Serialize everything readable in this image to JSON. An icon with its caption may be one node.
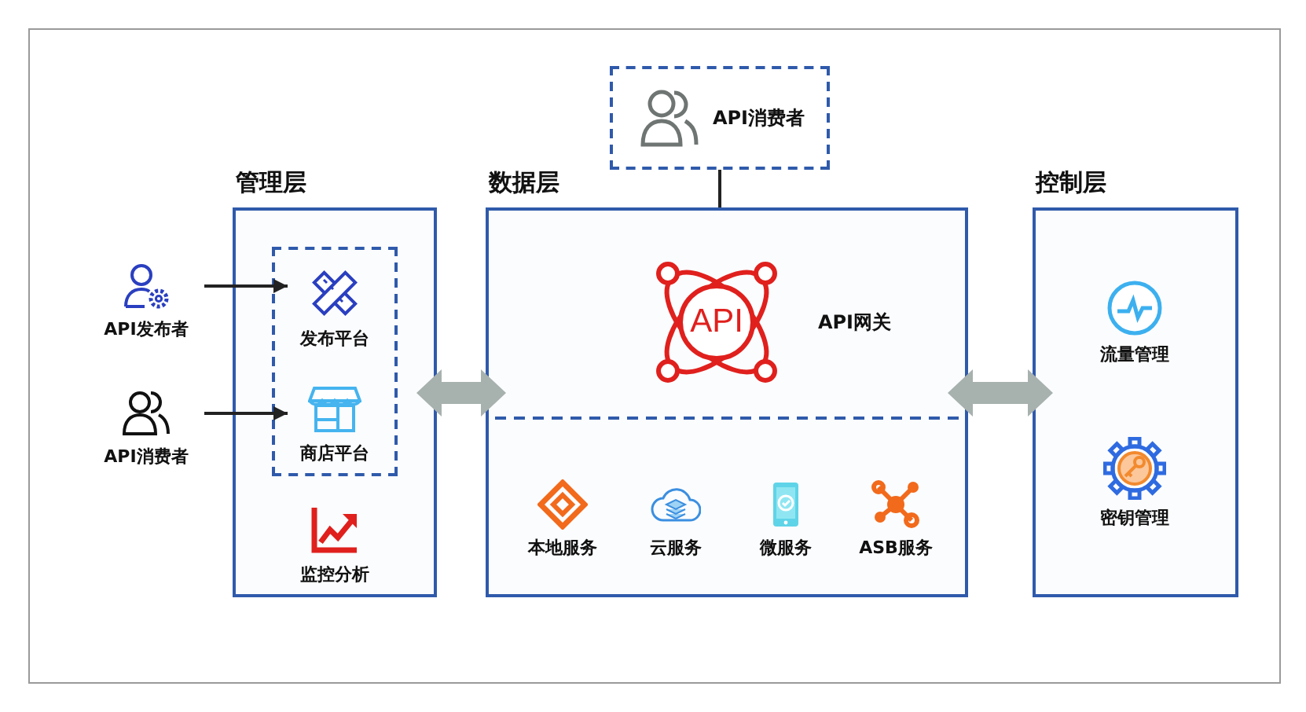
{
  "diagram": {
    "nodes": [
      {
        "text": [
          "管理层"
        ]
      },
      {
        "text": [],
        "shape": "box",
        "in": 0
      },
      {
        "text": [
          "发布平台"
        ],
        "in": 1
      },
      {
        "text": [
          "商店平台"
        ],
        "in": 1
      },
      {
        "text": [
          "监控分析"
        ],
        "in": 0
      },
      {
        "text": [
          "API发布者"
        ]
      },
      {
        "text": [
          "API消费者"
        ]
      },
      {
        "text": [
          "数据层"
        ]
      },
      {
        "text": [
          "API网关"
        ],
        "in": 7
      },
      {
        "text": [
          "本地服务"
        ],
        "in": 7
      },
      {
        "text": [
          "云服务"
        ],
        "in": 7
      },
      {
        "text": [
          "微服务"
        ],
        "in": 7
      },
      {
        "text": [
          "ASB服务"
        ],
        "in": 7
      },
      {
        "text": [
          "API消费者"
        ]
      },
      {
        "text": [
          "控制层"
        ]
      },
      {
        "text": [
          "流量管理"
        ],
        "in": 14
      },
      {
        "text": [
          "密钥管理"
        ],
        "in": 14
      }
    ],
    "edges": [
      {
        "from": 5,
        "to": 2,
        "arrow": "to"
      },
      {
        "from": 6,
        "to": 3,
        "arrow": "to"
      },
      {
        "from": 13,
        "to": 7,
        "arrow": "none"
      },
      {
        "from": 0,
        "to": 7,
        "arrow": "both",
        "style": "thick",
        "color": "#a7b1ae"
      },
      {
        "from": 7,
        "to": 14,
        "arrow": "both",
        "style": "thick",
        "color": "#a7b1ae"
      }
    ],
    "labels": [
      "API"
    ]
  }
}
